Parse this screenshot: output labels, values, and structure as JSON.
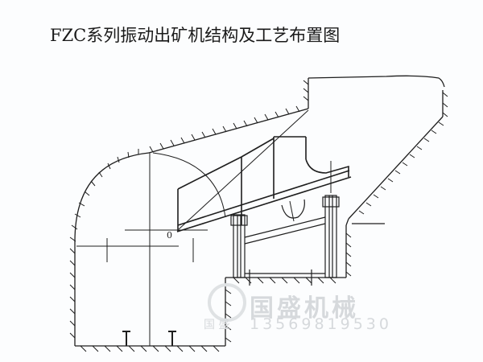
{
  "title": "FZC系列振动出矿机结构及工艺布置图",
  "diagram": {
    "origin_label": "0",
    "line_color": "#1e1e1e",
    "background": "#fcfdfe"
  },
  "watermark": {
    "company": "国盛机械",
    "phone": "13569819530",
    "small_mark": "国 盛",
    "color": "#d6d9dc"
  }
}
